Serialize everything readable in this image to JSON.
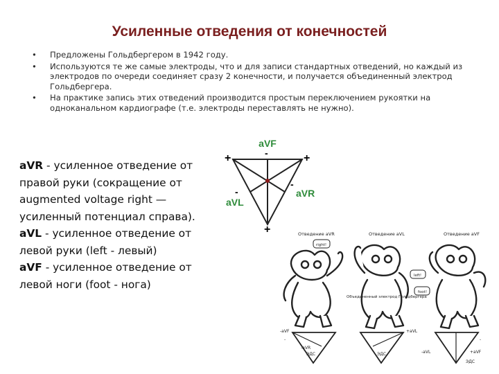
{
  "title": "Усиленные отведения от конечностей",
  "bullets": [
    "Предложены Гольдбергером в 1942 году.",
    "Используются те же самые электроды, что и для записи стандартных отведений, но каждый из электродов по очереди соединяет сразу 2 конечности, и получается объединенный электрод Гольдбергера.",
    "На практике запись этих отведений производится простым переключением рукоятки на одноканальном кардиографе (т.е. электроды переставлять не нужно)."
  ],
  "bullet_symbol": "•",
  "descriptions": {
    "avr_term": "aVR",
    "avr_text": " - усиленное отведение от правой руки (сокращение от augmented voltage right — усиленный потенциал справа).",
    "avl_term": "aVL",
    "avl_text": " - усиленное отведение от левой руки (left - левый)",
    "avf_term": "aVF",
    "avf_text": " - усиленное отведение от левой ноги (foot - нога)"
  },
  "triangle": {
    "label_avf": "aVF",
    "label_avr": "aVR",
    "label_avl": "aVL",
    "plus": "+",
    "minus": "-",
    "color_labels": "#2e8b3a",
    "color_lines": "#222222",
    "color_center": "#8b1a1a"
  },
  "figures": {
    "headers": [
      "Отведение aVR",
      "Отведение aVL",
      "Отведение aVF"
    ],
    "electrode_label": "Объединенный электрод Гольдбергера",
    "lead_labels": [
      "-aVF",
      "+aVL",
      "-aVR",
      "-aVL",
      "+aVF"
    ],
    "eds": "ЭДС",
    "left_minus": "-",
    "right_minus": "-",
    "speech_r": "right!",
    "speech_l": "left!",
    "speech_f": "foot!"
  }
}
